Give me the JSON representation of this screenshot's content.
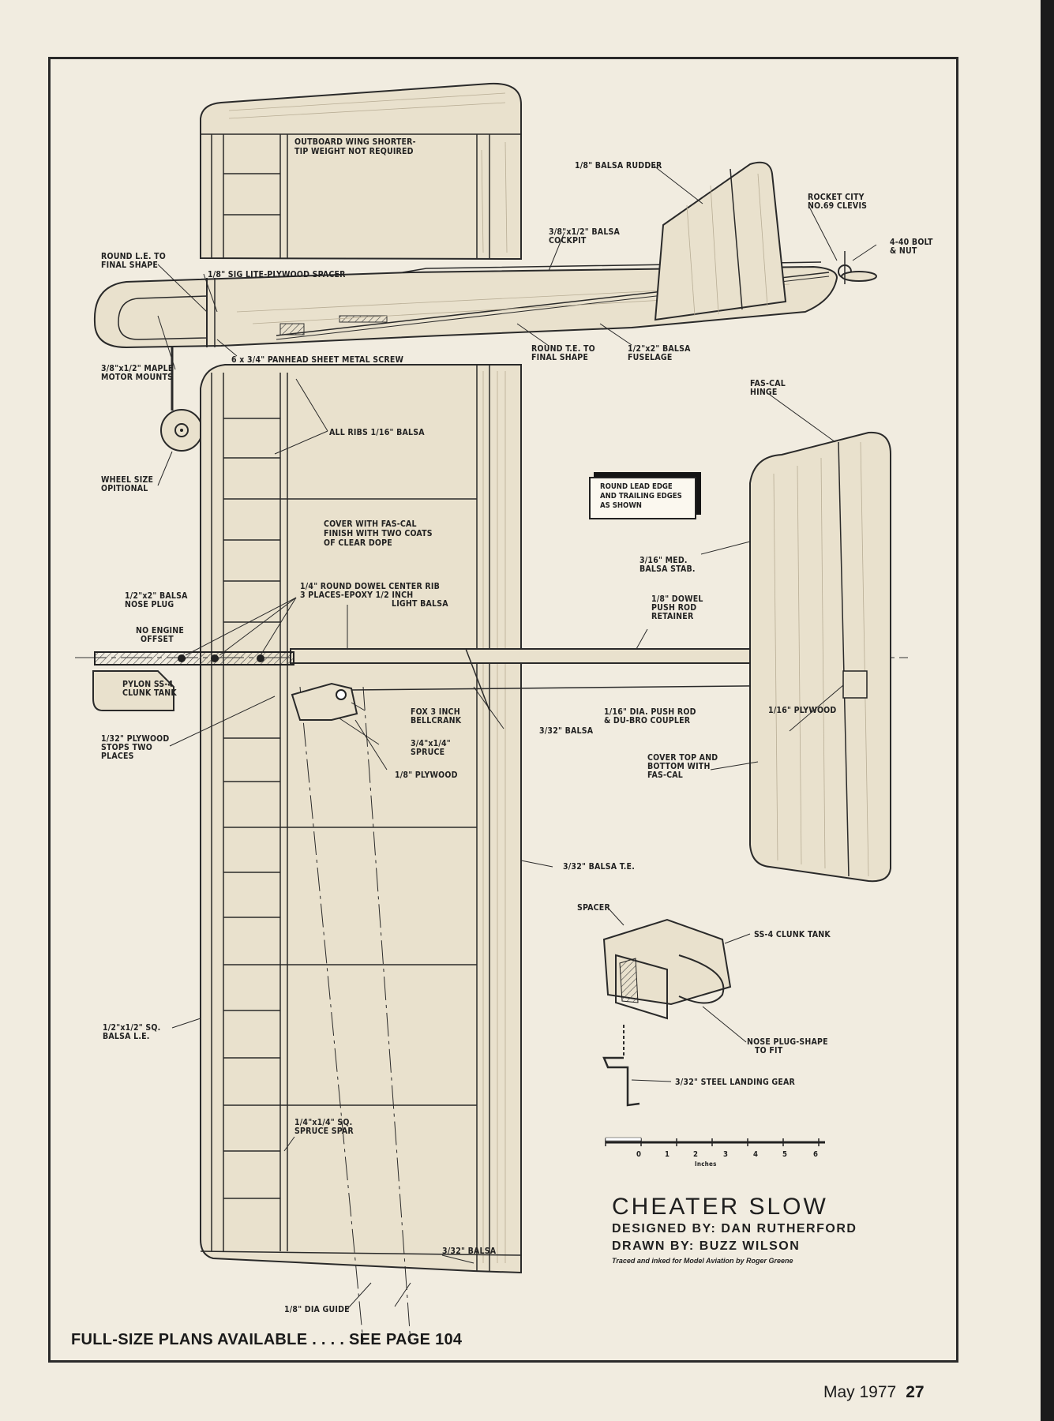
{
  "diagram": {
    "labels": {
      "outboard_wing": [
        "OUTBOARD WING SHORTER-",
        "TIP WEIGHT NOT REQUIRED"
      ],
      "balsa_rudder": "1/8\" BALSA RUDDER",
      "rocket_city": [
        "ROCKET CITY",
        "NO.69 CLEVIS"
      ],
      "bolt_nut": [
        "4-40 BOLT",
        "& NUT"
      ],
      "cockpit": [
        "3/8\"x1/2\" BALSA",
        "COCKPIT"
      ],
      "round_le": [
        "ROUND L.E. TO",
        "FINAL SHAPE"
      ],
      "sig_spacer": "1/8\" SIG LITE-PLYWOOD SPACER",
      "maple_mounts": [
        "3/8\"x1/2\" MAPLE",
        "MOTOR MOUNTS"
      ],
      "panhead_screw": "6 x 3/4\" PANHEAD SHEET METAL SCREW",
      "round_te": [
        "ROUND T.E. TO",
        "FINAL SHAPE"
      ],
      "fuselage": [
        "1/2\"x2\" BALSA",
        "FUSELAGE"
      ],
      "fas_cal_hinge": [
        "FAS-CAL",
        "HINGE"
      ],
      "all_ribs": "ALL RIBS 1/16\" BALSA",
      "wheel_size": [
        "WHEEL SIZE",
        "OPITIONAL"
      ],
      "round_lead_edge": [
        "ROUND LEAD EDGE",
        "AND TRAILING EDGES",
        "AS SHOWN"
      ],
      "cover_finish": [
        "COVER WITH FAS-CAL",
        "FINISH WITH TWO COATS",
        "OF CLEAR DOPE"
      ],
      "stab": [
        "3/16\" MED.",
        "BALSA STAB."
      ],
      "nose_plug": [
        "1/2\"x2\" BALSA",
        "NOSE PLUG"
      ],
      "dowel_center_rib": [
        "1/4\" ROUND DOWEL CENTER RIB",
        "3 PLACES-EPOXY 1/2 INCH",
        "LIGHT BALSA"
      ],
      "push_rod_retainer": [
        "1/8\" DOWEL",
        "PUSH ROD",
        "RETAINER"
      ],
      "no_engine_offset": [
        "NO ENGINE",
        "OFFSET"
      ],
      "pylon_tank": [
        "PYLON SS-4",
        "CLUNK TANK"
      ],
      "bellcrank": [
        "FOX 3 INCH",
        "BELLCRANK"
      ],
      "balsa_332": "3/32\" BALSA",
      "push_rod": [
        "1/16\" DIA. PUSH ROD",
        "& DU-BRO COUPLER"
      ],
      "plywood_116": "1/16\" PLYWOOD",
      "plywood_stops": [
        "1/32\" PLYWOOD",
        "STOPS TWO",
        "PLACES"
      ],
      "spruce": [
        "3/4\"x1/4\"",
        "SPRUCE"
      ],
      "plywood_18": "1/8\" PLYWOOD",
      "cover_top": [
        "COVER TOP AND",
        "BOTTOM WITH",
        "FAS-CAL"
      ],
      "balsa_te": "3/32\" BALSA T.E.",
      "spacer": "SPACER",
      "clunk_tank": "SS-4 CLUNK TANK",
      "nose_plug_shape": [
        "NOSE PLUG-SHAPE",
        "TO FIT"
      ],
      "landing_gear": "3/32\" STEEL LANDING GEAR",
      "balsa_le": [
        "1/2\"x1/2\" SQ.",
        "BALSA L.E."
      ],
      "spruce_spar": [
        "1/4\"x1/4\" SQ.",
        "SPRUCE SPAR"
      ],
      "balsa_332_tip": "3/32\" BALSA",
      "dia_guide": "1/8\" DIA GUIDE"
    },
    "scale": {
      "ticks": [
        "0",
        "1",
        "2",
        "3",
        "4",
        "5",
        "6"
      ],
      "unit": "Inches"
    }
  },
  "title_block": {
    "title": "CHEATER SLOW",
    "designer": "DESIGNED BY: DAN RUTHERFORD",
    "drawer": "DRAWN BY: BUZZ WILSON",
    "credit": "Traced and inked for Model Aviation by Roger Greene"
  },
  "plans_note": "FULL-SIZE PLANS AVAILABLE . . . . SEE PAGE 104",
  "footer": {
    "date": "May 1977",
    "page": "27"
  }
}
